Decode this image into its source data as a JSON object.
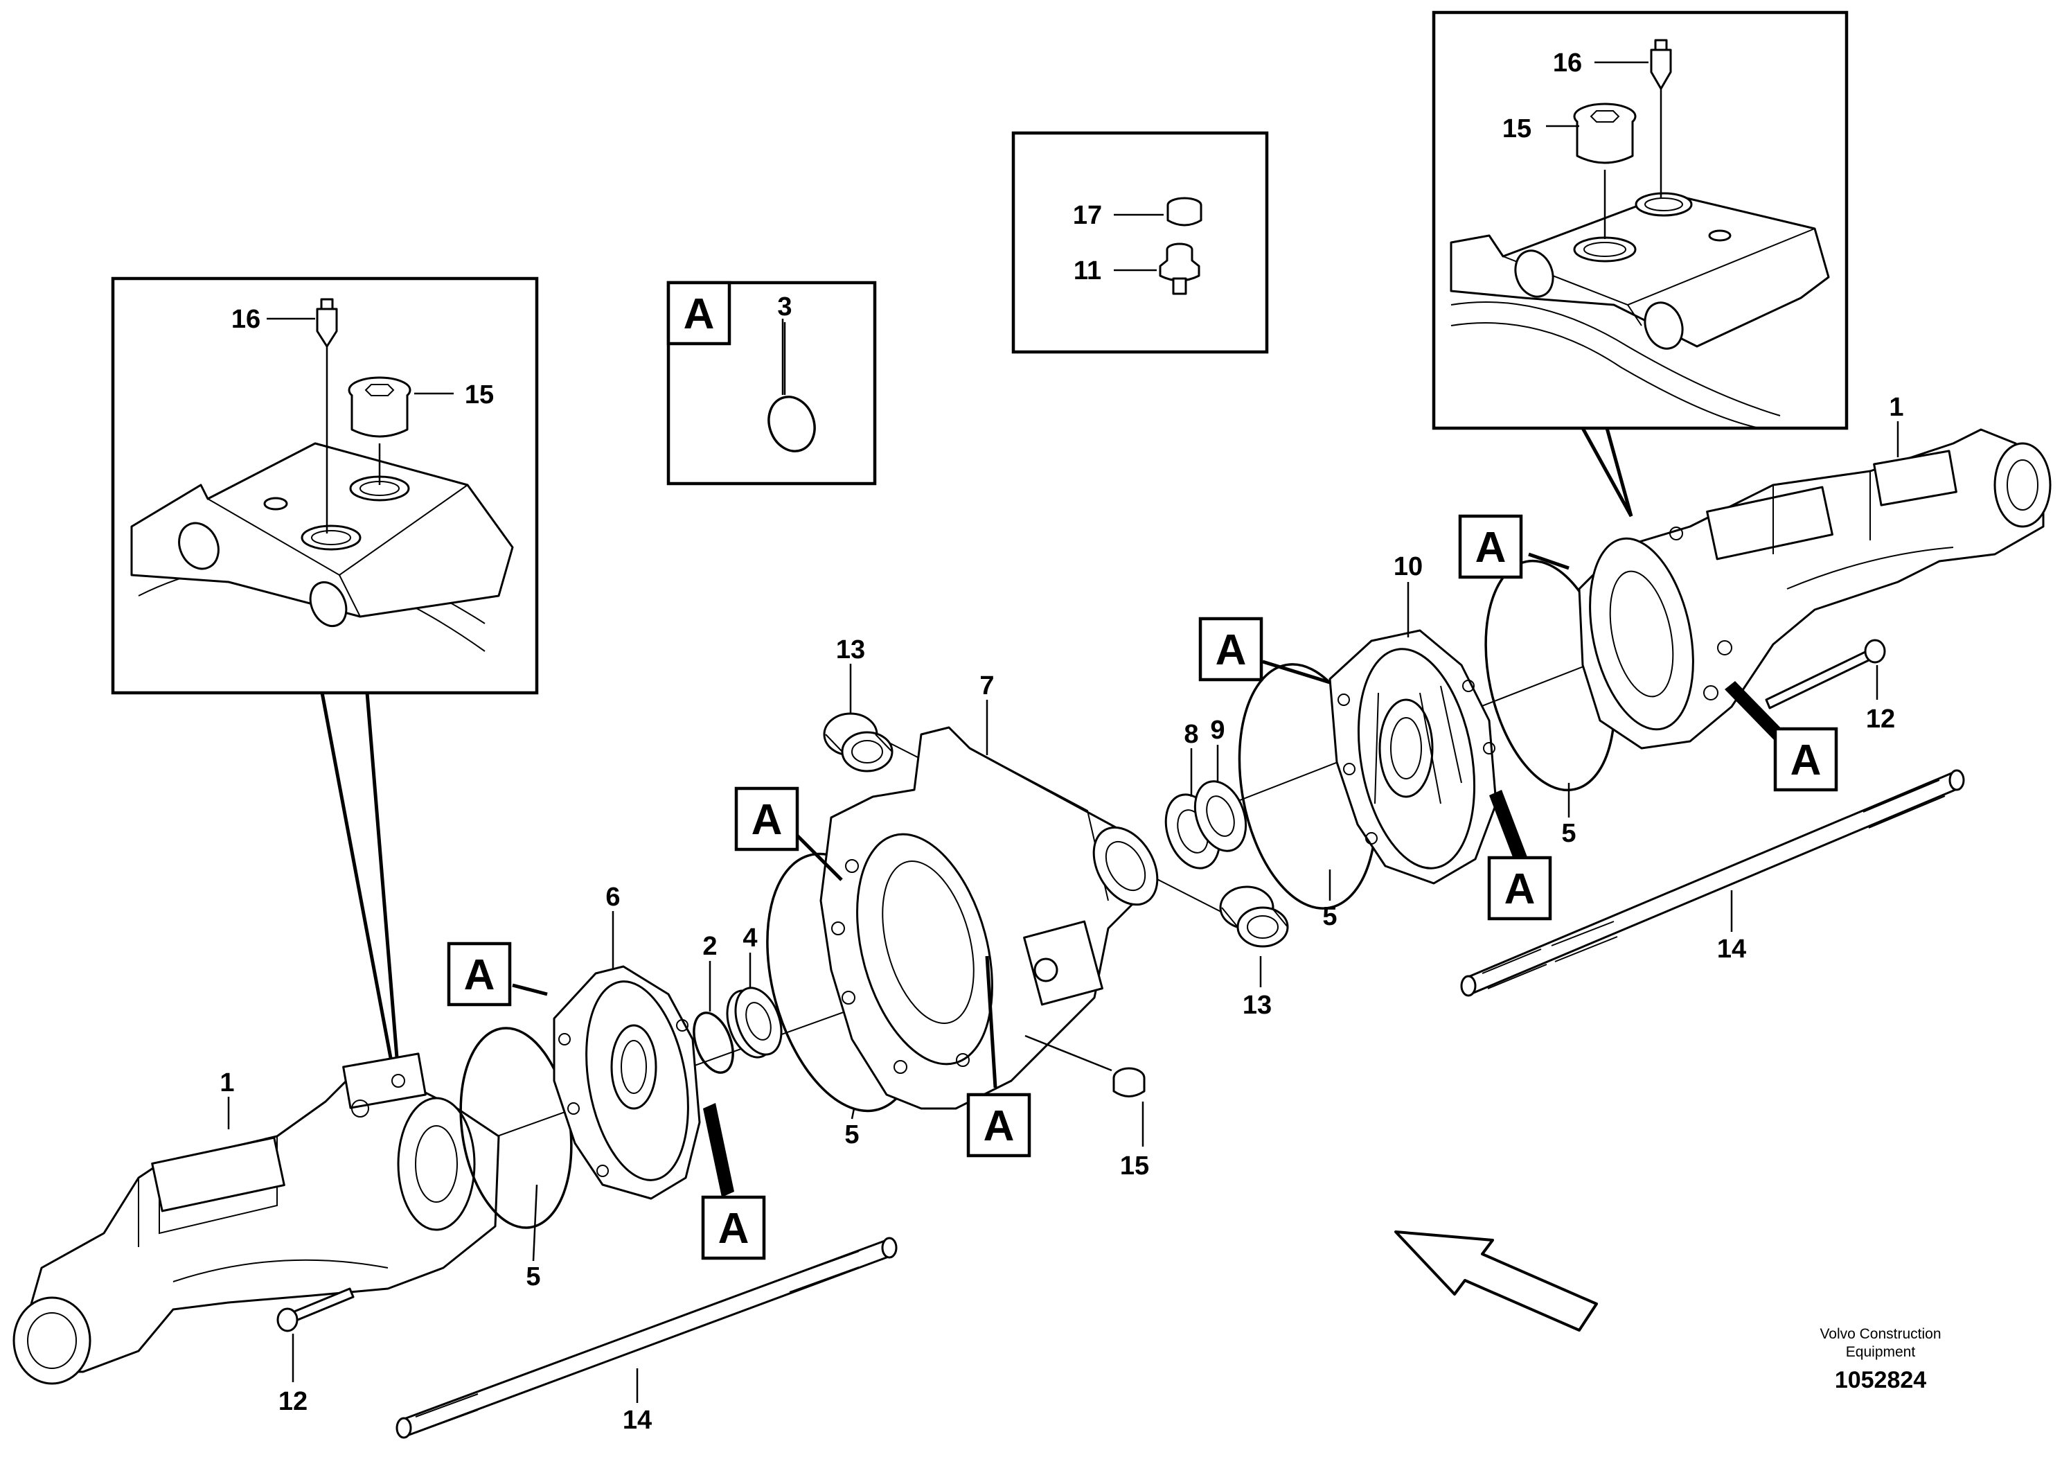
{
  "callouts": {
    "c1_left": "1",
    "c1_right": "1",
    "c2": "2",
    "c3": "3",
    "c4": "4",
    "c5_a": "5",
    "c5_b": "5",
    "c5_c": "5",
    "c5_d": "5",
    "c6": "6",
    "c7": "7",
    "c8": "8",
    "c9": "9",
    "c10": "10",
    "c11": "11",
    "c12_left": "12",
    "c12_right": "12",
    "c13_top": "13",
    "c13_bottom": "13",
    "c14_left": "14",
    "c14_right": "14",
    "c15_left_inset": "15",
    "c15_right_inset": "15",
    "c15_main": "15",
    "c16_left_inset": "16",
    "c16_right_inset": "16",
    "c17": "17"
  },
  "reference_marker": "A",
  "brand": {
    "line1": "Volvo Construction",
    "line2": "Equipment"
  },
  "document_number": "1052824"
}
